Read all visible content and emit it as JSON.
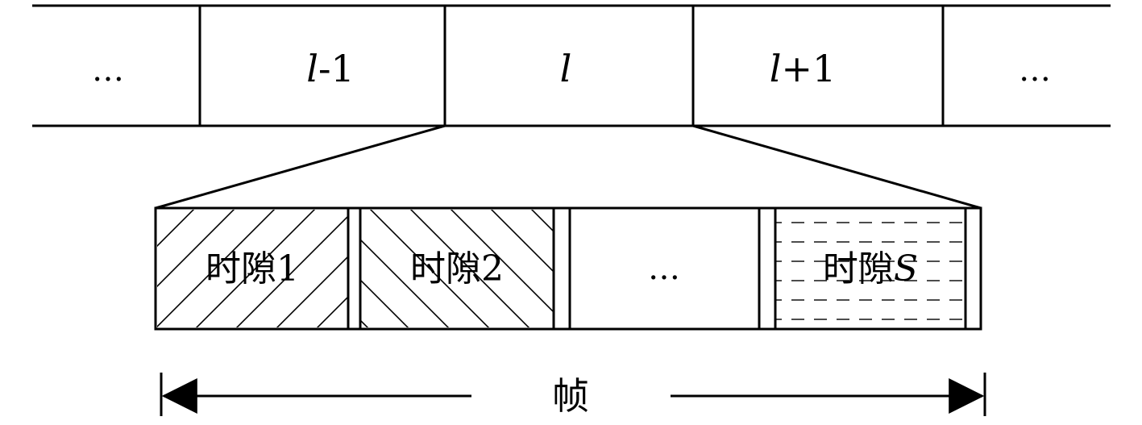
{
  "frames_row": {
    "cells": [
      {
        "id": "cell-left-ellipsis",
        "label": "…"
      },
      {
        "id": "cell-l-minus-1",
        "label_var": "l",
        "label_suffix": "-1"
      },
      {
        "id": "cell-l",
        "label_var": "l",
        "label_suffix": ""
      },
      {
        "id": "cell-l-plus-1",
        "label_var": "l",
        "label_suffix": "+1"
      },
      {
        "id": "cell-right-ellipsis",
        "label": "…"
      }
    ]
  },
  "slots": [
    {
      "id": "slot-1",
      "label_prefix": "时隙",
      "label_suffix": "1",
      "pattern": "diagonal-forward"
    },
    {
      "id": "slot-2",
      "label_prefix": "时隙",
      "label_suffix": "2",
      "pattern": "diagonal-backward"
    },
    {
      "id": "slot-ellipsis",
      "label": "…",
      "pattern": "none"
    },
    {
      "id": "slot-s",
      "label_prefix": "时隙",
      "label_suffix": "S",
      "pattern": "dashed-horizontal"
    }
  ],
  "frame_span": {
    "label": "帧"
  },
  "colors": {
    "stroke": "#000000",
    "background": "#ffffff"
  }
}
